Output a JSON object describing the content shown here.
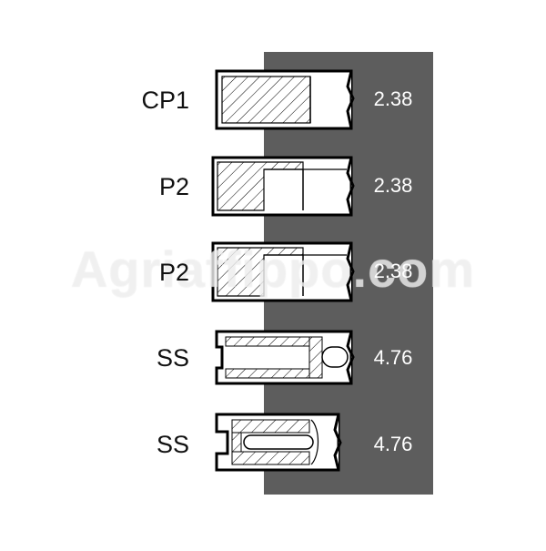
{
  "colors": {
    "panel": "#5d5d5d",
    "ring_stroke": "#000000",
    "ring_fill": "#ffffff",
    "label_text": "#111111",
    "value_text": "#ffffff"
  },
  "rings": [
    {
      "label": "CP1",
      "value": "2.38",
      "profile": "compression-rect"
    },
    {
      "label": "P2",
      "value": "2.38",
      "profile": "compression-step"
    },
    {
      "label": "P2",
      "value": "2.38",
      "profile": "compression-step"
    },
    {
      "label": "SS",
      "value": "4.76",
      "profile": "oil-slotted"
    },
    {
      "label": "SS",
      "value": "4.76",
      "profile": "oil-slotted-notch"
    }
  ],
  "watermark": "Agriaffippo.com"
}
